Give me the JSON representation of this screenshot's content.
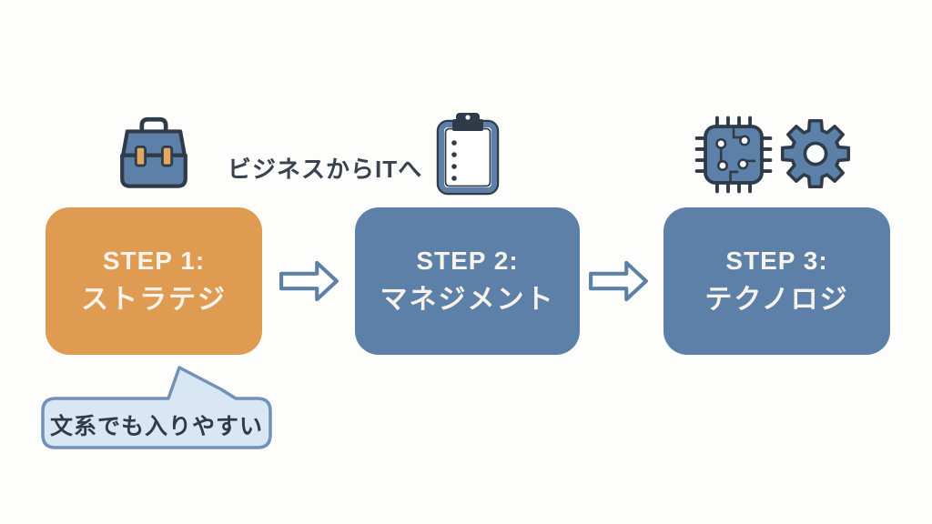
{
  "diagram": {
    "annotation": "ビジネスからITへ",
    "callout": "文系でも入りやすい",
    "steps": [
      {
        "label": "STEP 1:",
        "name": "ストラテジ",
        "icons": [
          "briefcase-icon"
        ],
        "fill": "#DE9B51"
      },
      {
        "label": "STEP 2:",
        "name": "マネジメント",
        "icons": [
          "clipboard-icon"
        ],
        "fill": "#5C80A7"
      },
      {
        "label": "STEP 3:",
        "name": "テクノロジ",
        "icons": [
          "circuit-chip-icon",
          "gear-icon"
        ],
        "fill": "#5C80A7"
      }
    ],
    "connectors": [
      "arrow-right-icon",
      "arrow-right-icon"
    ],
    "colors": {
      "step1_fill": "#DE9B51",
      "step_fill": "#5C80A7",
      "step_text": "#F7F3EA",
      "outline_dark": "#2F3B48",
      "arrow_stroke": "#5C80A7",
      "bubble_fill": "#D9E7F5",
      "bubble_border": "#7291B8",
      "annotation_text": "#39424E",
      "background": "#FDFDFC"
    }
  }
}
